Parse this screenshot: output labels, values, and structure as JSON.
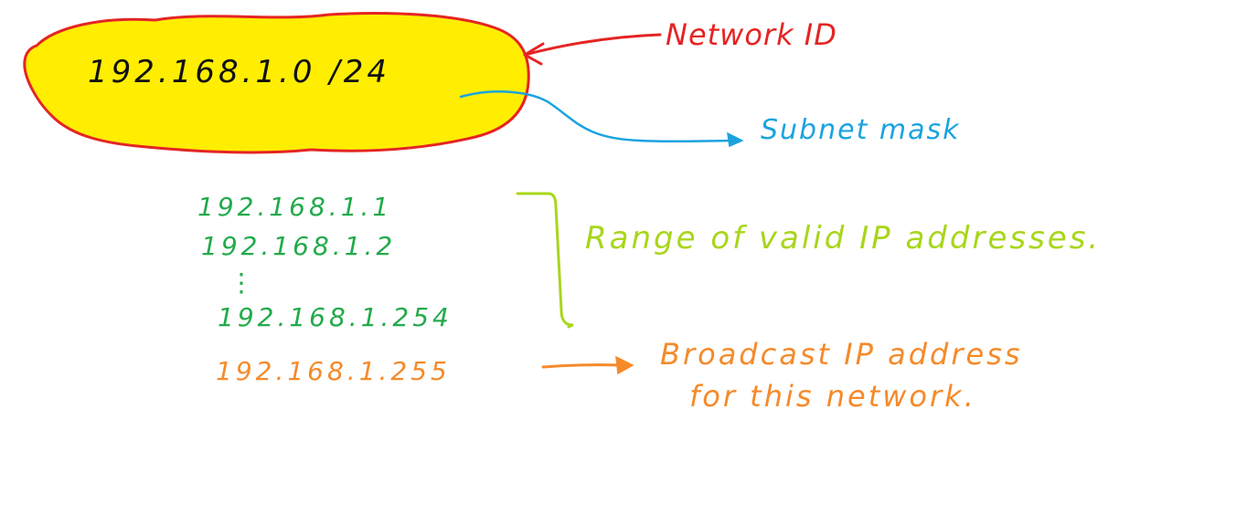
{
  "network": {
    "cidr": "192.168.1.0 /24",
    "network_id_label": "Network ID",
    "subnet_mask_label": "Subnet mask"
  },
  "range": {
    "first": "192.168.1.1",
    "second": "192.168.1.2",
    "ellipsis": "⋮",
    "last": "192.168.1.254",
    "label": "Range of valid IP addresses."
  },
  "broadcast": {
    "ip": "192.168.1.255",
    "label_line1": "Broadcast IP address",
    "label_line2": "for this network."
  },
  "colors": {
    "highlight_fill": "#ffee00",
    "highlight_outline": "#e52424",
    "network_id": "#e52424",
    "subnet_mask": "#1ba3e0",
    "range_ips": "#22aa4a",
    "range_label": "#a8d61a",
    "broadcast": "#f58a2a"
  }
}
